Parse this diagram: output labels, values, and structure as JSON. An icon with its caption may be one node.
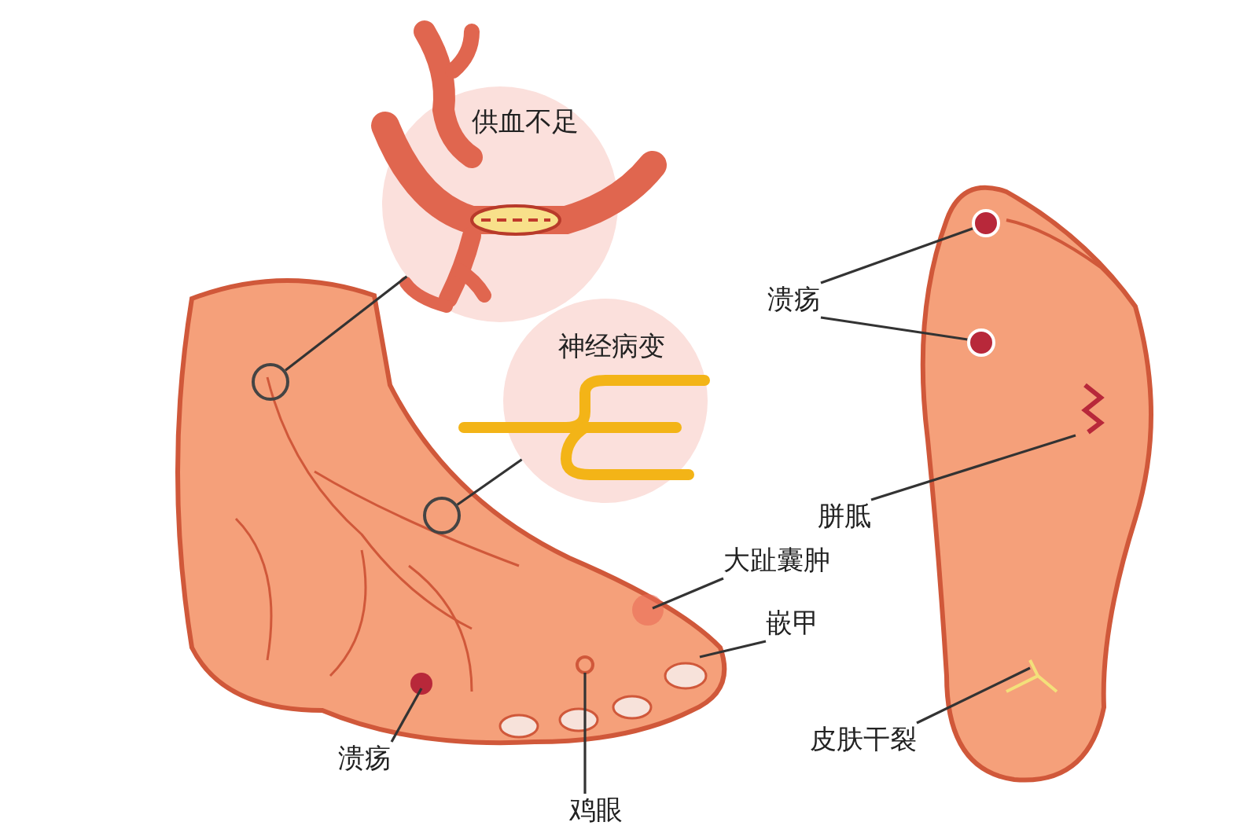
{
  "diagram": {
    "nodes": [
      {
        "text": [
          "供血不足"
        ]
      },
      {
        "text": [
          "神经病变"
        ]
      },
      {
        "text": [],
        "shape": "circle"
      },
      {
        "text": [],
        "shape": "circle"
      },
      {
        "text": [
          "溃疡"
        ]
      },
      {
        "text": [
          "鸡眼"
        ]
      },
      {
        "text": [
          "大趾囊肿"
        ]
      },
      {
        "text": [
          "嵌甲"
        ]
      },
      {
        "text": [
          "溃疡"
        ]
      },
      {
        "text": [
          "胼胝"
        ]
      },
      {
        "text": [
          "皮肤干裂"
        ]
      },
      {
        "text": [],
        "shape": "circle"
      },
      {
        "text": [],
        "shape": "circle"
      },
      {
        "text": [],
        "shape": "picture"
      }
    ],
    "edges": [
      {
        "from": 0,
        "to": 2,
        "arrow": "none"
      },
      {
        "from": 1,
        "to": 3,
        "arrow": "none"
      },
      {
        "from": 4,
        "to": null,
        "arrow": "none"
      },
      {
        "from": 5,
        "to": null,
        "arrow": "none"
      },
      {
        "from": 6,
        "to": null,
        "arrow": "none"
      },
      {
        "from": 7,
        "to": null,
        "arrow": "none"
      },
      {
        "from": 8,
        "to": 11,
        "arrow": "none"
      },
      {
        "from": 8,
        "to": 12,
        "arrow": "none"
      },
      {
        "from": 9,
        "to": 13,
        "arrow": "none"
      },
      {
        "from": 10,
        "to": null,
        "arrow": "none"
      }
    ]
  }
}
